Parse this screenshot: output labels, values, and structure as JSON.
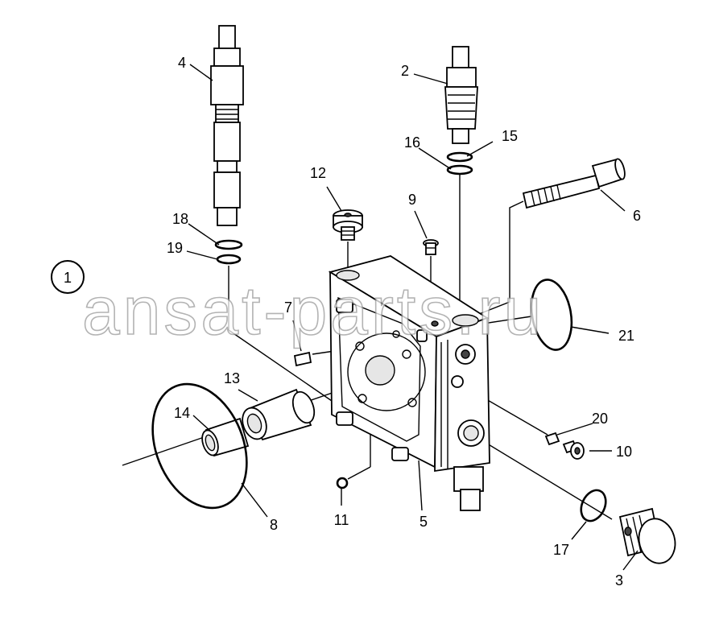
{
  "diagram": {
    "group_number": "1",
    "watermark": "ansat-parts.ru",
    "part_labels": [
      "2",
      "3",
      "4",
      "5",
      "6",
      "7",
      "8",
      "9",
      "10",
      "11",
      "12",
      "13",
      "14",
      "15",
      "16",
      "17",
      "18",
      "19",
      "20",
      "21"
    ]
  },
  "colors": {
    "line": "#000000",
    "background": "#ffffff",
    "watermark_outline": "#9a9a9a"
  }
}
